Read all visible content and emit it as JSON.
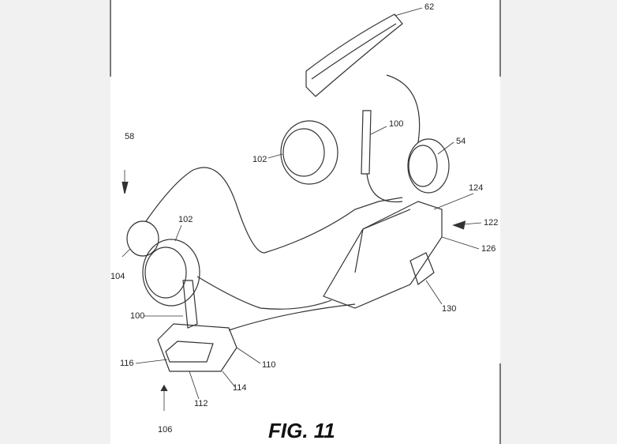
{
  "figure": {
    "caption": "FIG. 11",
    "reference_numerals": [
      "62",
      "100",
      "102",
      "54",
      "58",
      "124",
      "122",
      "126",
      "104",
      "102",
      "100",
      "130",
      "116",
      "110",
      "114",
      "112",
      "106"
    ]
  }
}
